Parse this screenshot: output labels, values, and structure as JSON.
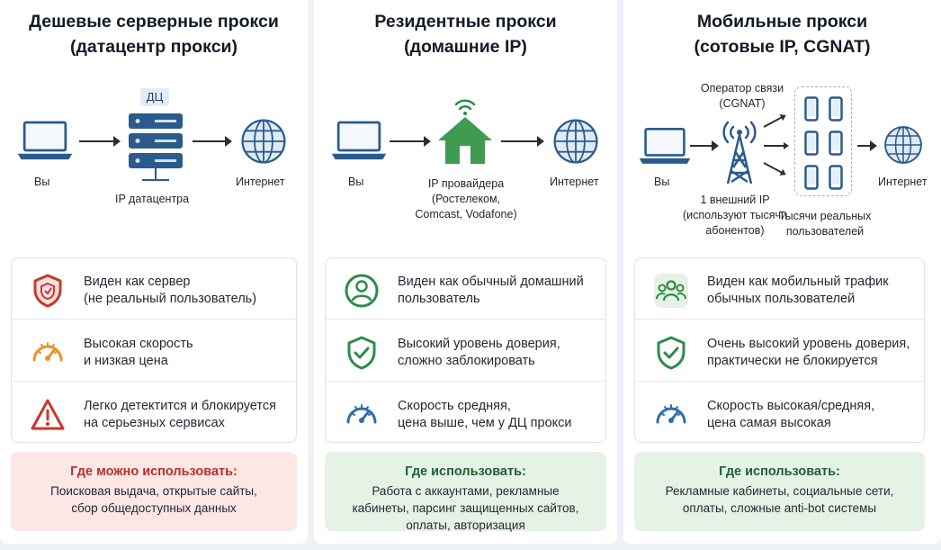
{
  "colors": {
    "red_accent": "#c8382e",
    "green_accent": "#2e8b4a",
    "blue_accent": "#2f6fa8",
    "orange_accent": "#e8922c",
    "red_box": "#fde7e5",
    "green_box": "#e5f3e6"
  },
  "columns": [
    {
      "title": "Дешевые серверные прокси\n(датацентр прокси)",
      "diagram": {
        "you": "Вы",
        "node_badge": "ДЦ",
        "node_label": "IP датацентра",
        "internet": "Интернет"
      },
      "features": [
        {
          "icon": "shield-alert-icon",
          "text": "Виден как сервер\n(не реальный пользователь)"
        },
        {
          "icon": "speedometer-icon",
          "text": "Высокая скорость\nи низкая цена"
        },
        {
          "icon": "warning-triangle-icon",
          "text": "Легко детектится и блокируется\nна серьезных сервисах"
        }
      ],
      "use": {
        "heading": "Где можно использовать:",
        "body": "Поисковая выдача, открытые сайты,\nсбор общедоступных данных"
      }
    },
    {
      "title": "Резидентные прокси\n(домашние IP)",
      "diagram": {
        "you": "Вы",
        "node_label": "IP провайдера\n(Ростелеком,\nComcast, Vodafone)",
        "internet": "Интернет"
      },
      "features": [
        {
          "icon": "user-circle-icon",
          "text": "Виден как обычный домашний\nпользователь"
        },
        {
          "icon": "shield-check-icon",
          "text": "Высокий уровень доверия,\nсложно заблокировать"
        },
        {
          "icon": "speedometer-icon",
          "text": "Скорость средняя,\nцена выше, чем у ДЦ прокси"
        }
      ],
      "use": {
        "heading": "Где использовать:",
        "body": "Работа с аккаунтами, рекламные\nкабинеты, парсинг защищенных сайтов,\nоплаты, авторизация"
      }
    },
    {
      "title": "Мобильные прокси\n(сотовые IP, CGNAT)",
      "diagram": {
        "you": "Вы",
        "operator_label": "Оператор связи\n(CGNAT)",
        "tower_label": "1 внешний IP\n(используют тысячи\nабонентов)",
        "users_label": "Тысячи реальных\nпользователей",
        "internet": "Интернет"
      },
      "features": [
        {
          "icon": "user-group-icon",
          "text": "Виден как мобильный трафик\nобычных пользователей"
        },
        {
          "icon": "shield-check-icon",
          "text": "Очень высокий уровень доверия,\nпрактически не блокируется"
        },
        {
          "icon": "speedometer-icon",
          "text": "Скорость высокая/средняя,\nцена самая высокая"
        }
      ],
      "use": {
        "heading": "Где использовать:",
        "body": "Рекламные кабинеты, социальные сети,\nоплаты, сложные anti-bot системы"
      }
    }
  ]
}
